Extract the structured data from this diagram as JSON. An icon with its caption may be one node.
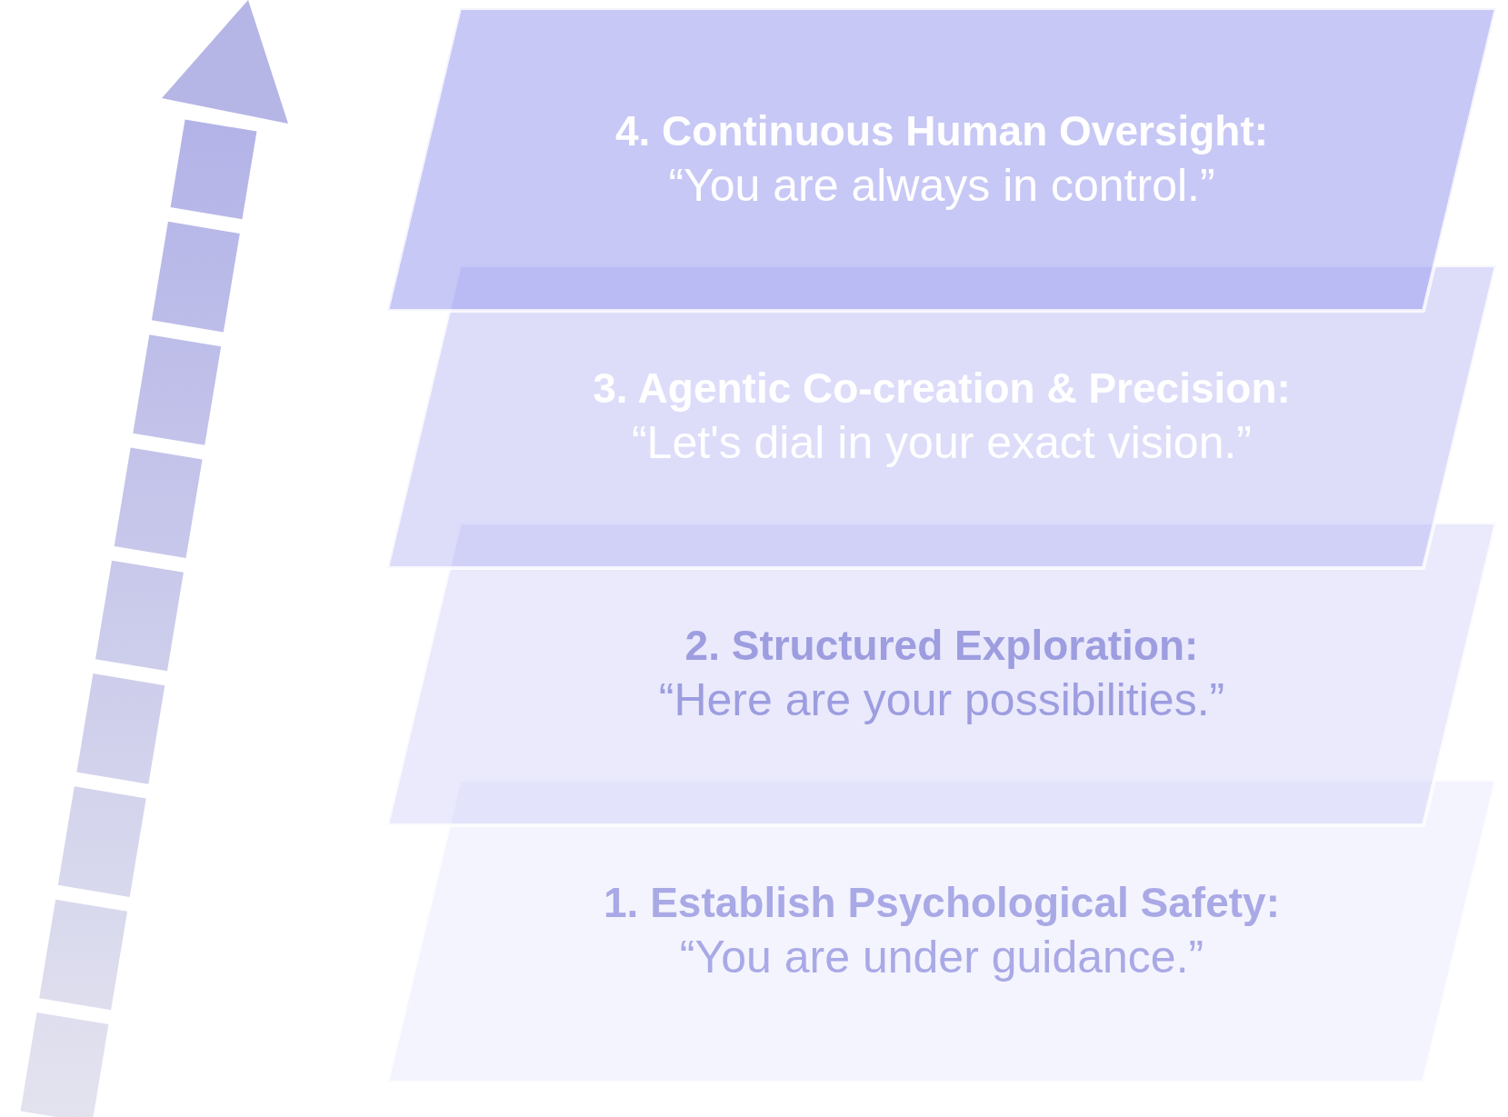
{
  "diagram": {
    "nodes": [
      {
        "text": [
          "4. Continuous Human Oversight:",
          "“You are always in control.”"
        ]
      },
      {
        "text": [
          "3. Agentic Co-creation & Precision:",
          "“Let's dial in your exact vision.”"
        ]
      },
      {
        "text": [
          "2. Structured Exploration:",
          "“Here are your possibilities.”"
        ]
      },
      {
        "text": [
          "1. Establish Psychological Safety:",
          "“You are under guidance.”"
        ]
      }
    ]
  }
}
